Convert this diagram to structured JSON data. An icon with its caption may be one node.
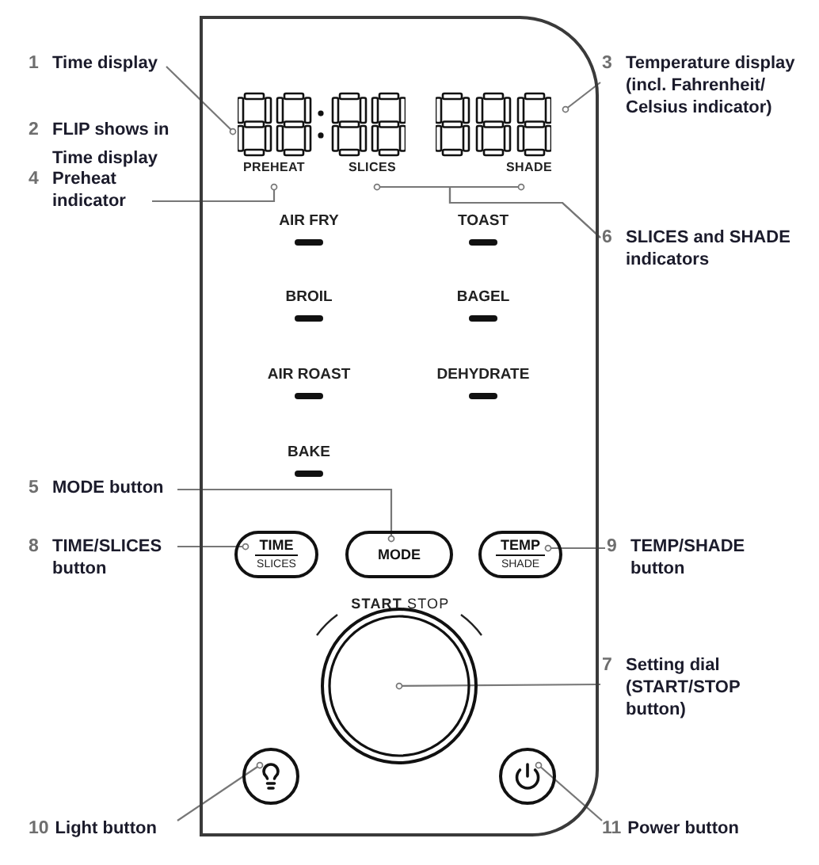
{
  "diagram": {
    "nodes": [
      {
        "text": [],
        "shape": "box"
      },
      {
        "text": [
          "1",
          "Time display"
        ]
      },
      {
        "text": [],
        "shape": "picture",
        "in": 0
      },
      {
        "text": [
          "3",
          "Temperature display (incl. Fahrenheit/ Celsius indicator)"
        ]
      },
      {
        "text": [],
        "shape": "picture",
        "in": 0
      },
      {
        "text": [
          "4",
          "Preheat indicator"
        ]
      },
      {
        "text": [
          "PREHEAT"
        ],
        "in": 0
      },
      {
        "text": [
          "SLICES"
        ],
        "in": 0
      },
      {
        "text": [
          "SHADE"
        ],
        "in": 0
      },
      {
        "text": [
          "6",
          "SLICES and SHADE indicators"
        ]
      },
      {
        "text": [
          "5",
          "MODE button"
        ]
      },
      {
        "text": [
          "TIME",
          "SLICES"
        ],
        "in": 0
      },
      {
        "text": [
          "MODE"
        ],
        "in": 0
      },
      {
        "text": [
          "TEMP",
          "SHADE"
        ],
        "in": 0
      },
      {
        "text": [
          "8",
          "TIME/SLICES button"
        ]
      },
      {
        "text": [
          "9",
          "TEMP/SHADE button"
        ]
      },
      {
        "text": [],
        "shape": "circle",
        "in": 0
      },
      {
        "text": [
          "7",
          "Setting dial (START/STOP button)"
        ]
      },
      {
        "text": [],
        "shape": "circle",
        "in": 0
      },
      {
        "text": [],
        "shape": "circle",
        "in": 0
      },
      {
        "text": [
          "10",
          "Light button"
        ]
      },
      {
        "text": [
          "11",
          "Power button"
        ]
      }
    ],
    "edges": [
      {
        "from": 1,
        "to": 2,
        "arrow": "other"
      },
      {
        "from": 3,
        "to": 4,
        "arrow": "other"
      },
      {
        "from": 5,
        "to": 6,
        "arrow": "other"
      },
      {
        "from": 9,
        "to": 7,
        "arrow": "other"
      },
      {
        "from": 9,
        "to": 8,
        "arrow": "other"
      },
      {
        "from": 10,
        "to": 12,
        "arrow": "other"
      },
      {
        "from": 14,
        "to": 11,
        "arrow": "other"
      },
      {
        "from": 15,
        "to": 13,
        "arrow": "other"
      },
      {
        "from": 17,
        "to": 16,
        "arrow": "other"
      },
      {
        "from": 20,
        "to": 18,
        "arrow": "other"
      },
      {
        "from": 21,
        "to": 19,
        "arrow": "other"
      }
    ],
    "labels": [
      "2",
      "FLIP shows in Time display",
      "AIR FRY",
      "TOAST",
      "BROIL",
      "BAGEL",
      "AIR ROAST",
      "DEHYDRATE",
      "BAKE",
      "START",
      "STOP"
    ]
  }
}
